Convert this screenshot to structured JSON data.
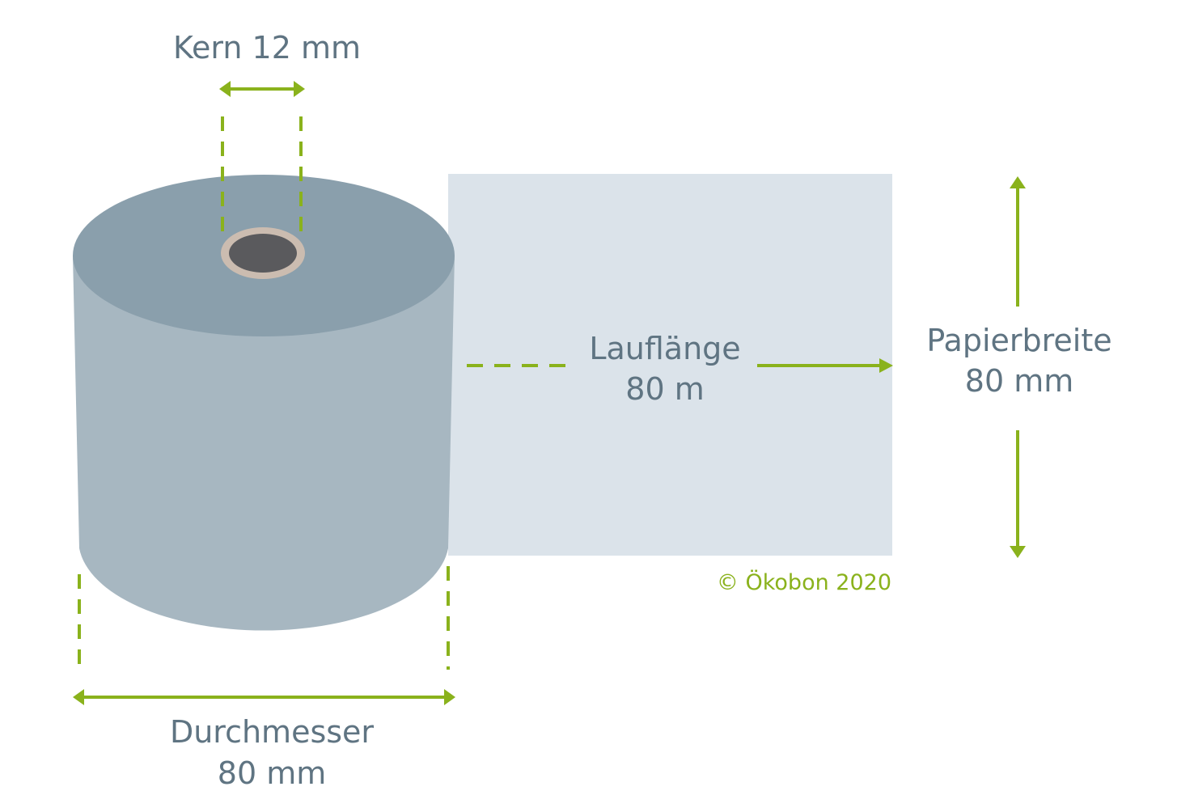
{
  "labels": {
    "core": "Kern 12 mm",
    "run_length_title": "Lauflänge",
    "run_length_value": "80 m",
    "paper_width_title": "Papierbreite",
    "paper_width_value": "80 mm",
    "diameter_title": "Durchmesser",
    "diameter_value": "80 mm",
    "copyright": "© Ökobon 2020"
  },
  "colors": {
    "accent": "#8ab21c",
    "text": "#5f7482",
    "roll_side": "#a7b7c1",
    "roll_top": "#8a9fac",
    "paper_strip": "#dbe3ea",
    "core_ring": "#cbbcb0",
    "core_hole": "#5a5a5d"
  }
}
